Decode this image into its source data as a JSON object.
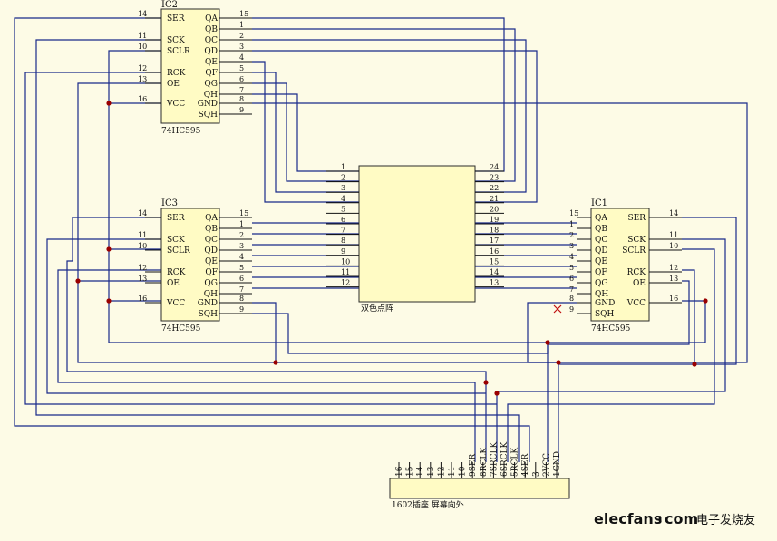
{
  "chips": {
    "ic2": {
      "name": "IC2",
      "part": "74HC595",
      "left_pins": [
        {
          "label": "SER",
          "num": "14"
        },
        {
          "label": "SCK",
          "num": "11"
        },
        {
          "label": "SCLR",
          "num": "10"
        },
        {
          "label": "RCK",
          "num": "12"
        },
        {
          "label": "OE",
          "num": "13"
        },
        {
          "label": "VCC",
          "num": "16"
        }
      ],
      "right_pins": [
        {
          "label": "QA",
          "num": "15"
        },
        {
          "label": "QB",
          "num": "1"
        },
        {
          "label": "QC",
          "num": "2"
        },
        {
          "label": "QD",
          "num": "3"
        },
        {
          "label": "QE",
          "num": "4"
        },
        {
          "label": "QF",
          "num": "5"
        },
        {
          "label": "QG",
          "num": "6"
        },
        {
          "label": "QH",
          "num": "7"
        },
        {
          "label": "GND",
          "num": "8"
        },
        {
          "label": "SQH",
          "num": "9"
        }
      ]
    },
    "ic3": {
      "name": "IC3",
      "part": "74HC595",
      "left_pins": [
        {
          "label": "SER",
          "num": "14"
        },
        {
          "label": "SCK",
          "num": "11"
        },
        {
          "label": "SCLR",
          "num": "10"
        },
        {
          "label": "RCK",
          "num": "12"
        },
        {
          "label": "OE",
          "num": "13"
        },
        {
          "label": "VCC",
          "num": "16"
        }
      ],
      "right_pins": [
        {
          "label": "QA",
          "num": "15"
        },
        {
          "label": "QB",
          "num": "1"
        },
        {
          "label": "QC",
          "num": "2"
        },
        {
          "label": "QD",
          "num": "3"
        },
        {
          "label": "QE",
          "num": "4"
        },
        {
          "label": "QF",
          "num": "5"
        },
        {
          "label": "QG",
          "num": "6"
        },
        {
          "label": "QH",
          "num": "7"
        },
        {
          "label": "GND",
          "num": "8"
        },
        {
          "label": "SQH",
          "num": "9"
        }
      ]
    },
    "ic1": {
      "name": "IC1",
      "part": "74HC595",
      "left_pins": [
        {
          "label": "QA",
          "num": "15"
        },
        {
          "label": "QB",
          "num": "1"
        },
        {
          "label": "QC",
          "num": "2"
        },
        {
          "label": "QD",
          "num": "3"
        },
        {
          "label": "QE",
          "num": "4"
        },
        {
          "label": "QF",
          "num": "5"
        },
        {
          "label": "QG",
          "num": "6"
        },
        {
          "label": "QH",
          "num": "7"
        },
        {
          "label": "GND",
          "num": "8"
        },
        {
          "label": "SQH",
          "num": "9"
        }
      ],
      "right_pins": [
        {
          "label": "SER",
          "num": "14"
        },
        {
          "label": "SCK",
          "num": "11"
        },
        {
          "label": "SCLR",
          "num": "10"
        },
        {
          "label": "RCK",
          "num": "12"
        },
        {
          "label": "OE",
          "num": "13"
        },
        {
          "label": "VCC",
          "num": "16"
        }
      ]
    }
  },
  "matrix": {
    "label": "双色点阵",
    "left_pins": [
      "1",
      "2",
      "3",
      "4",
      "5",
      "6",
      "7",
      "8",
      "9",
      "10",
      "11",
      "12"
    ],
    "right_pins": [
      "24",
      "23",
      "22",
      "21",
      "20",
      "19",
      "18",
      "17",
      "16",
      "15",
      "14",
      "13"
    ]
  },
  "connector": {
    "label": "1602插座 屏幕向外",
    "pins": [
      "16",
      "15",
      "14",
      "13",
      "12",
      "11",
      "10",
      "9SER",
      "8RCLK",
      "7SRCLK",
      "6SRCLK",
      "5RCLK",
      "4SER",
      "3",
      "2VCC",
      "1GND"
    ]
  },
  "watermark": {
    "brand": "elecfans",
    "dot": "·",
    "tld": "com",
    "tagline": "电子发烧友"
  },
  "colors": {
    "wire": "#1a2a8a",
    "junction": "#9a0000",
    "chip_fill": "#fffbc4",
    "background": "#fdfbe6"
  }
}
